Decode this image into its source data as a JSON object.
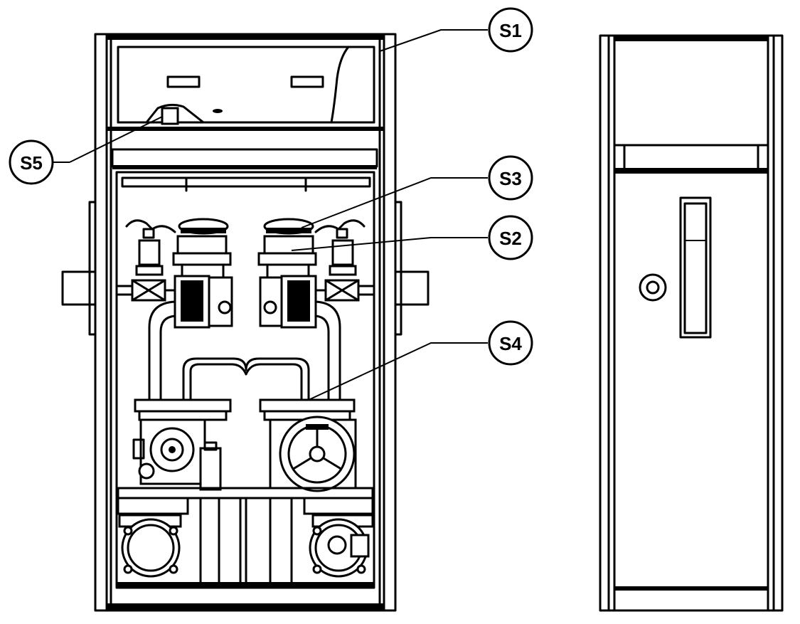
{
  "callouts": [
    {
      "id": "s1",
      "label": "S1"
    },
    {
      "id": "s5",
      "label": "S5"
    },
    {
      "id": "s3",
      "label": "S3"
    },
    {
      "id": "s2",
      "label": "S2"
    },
    {
      "id": "s4",
      "label": "S4"
    }
  ]
}
